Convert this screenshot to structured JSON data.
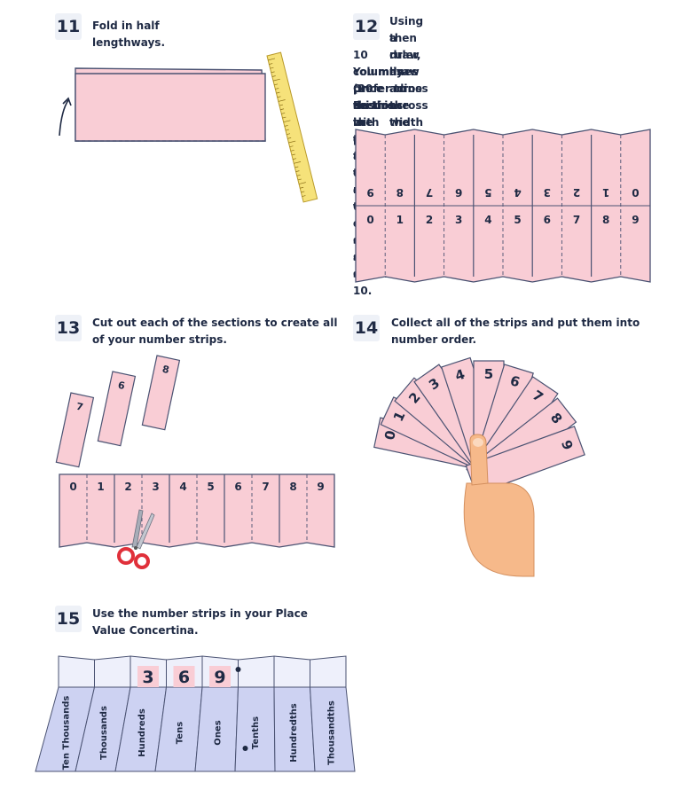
{
  "step11": {
    "number": "11",
    "text": "Fold in half lengthways."
  },
  "step12": {
    "number": "12",
    "lines": [
      "Using a ruler, draw a line across the centre of the page,",
      "then draw lines across the width of the card to create",
      "10 columns (20 sections in total).",
      "You may prefer to do this with pencil first in case of mistakes.",
      "Once this is done, write the digits 0-9 on each set of 10.",
      "Ensure the digits are written at the top of each strip as shown."
    ],
    "digits": [
      "0",
      "1",
      "2",
      "3",
      "4",
      "5",
      "6",
      "7",
      "8",
      "9"
    ]
  },
  "step13": {
    "number": "13",
    "text": "Cut out each of the sections to create all of your number strips.",
    "loose_strips": [
      "7",
      "6",
      "8"
    ],
    "digits": [
      "0",
      "1",
      "2",
      "3",
      "4",
      "5",
      "6",
      "7",
      "8",
      "9"
    ]
  },
  "step14": {
    "number": "14",
    "text": "Collect all of the strips and put them into number order.",
    "fan_digits": [
      "0",
      "1",
      "2",
      "3",
      "4",
      "5",
      "6",
      "7",
      "8",
      "9"
    ]
  },
  "step15": {
    "number": "15",
    "text": "Use the number strips in your Place Value Concertina.",
    "shown_digits": [
      "3",
      "6",
      "9"
    ],
    "columns": [
      "Ten Thousands",
      "Thousands",
      "Hundreds",
      "Tens",
      "Ones",
      "Tenths",
      "Hundredths",
      "Thousandths"
    ]
  },
  "colors": {
    "pink": "#f9cdd5",
    "blue": "#cdd2f2",
    "outline": "#4a5272",
    "accent": "#f6e27a",
    "scissors": "#e0303a"
  }
}
